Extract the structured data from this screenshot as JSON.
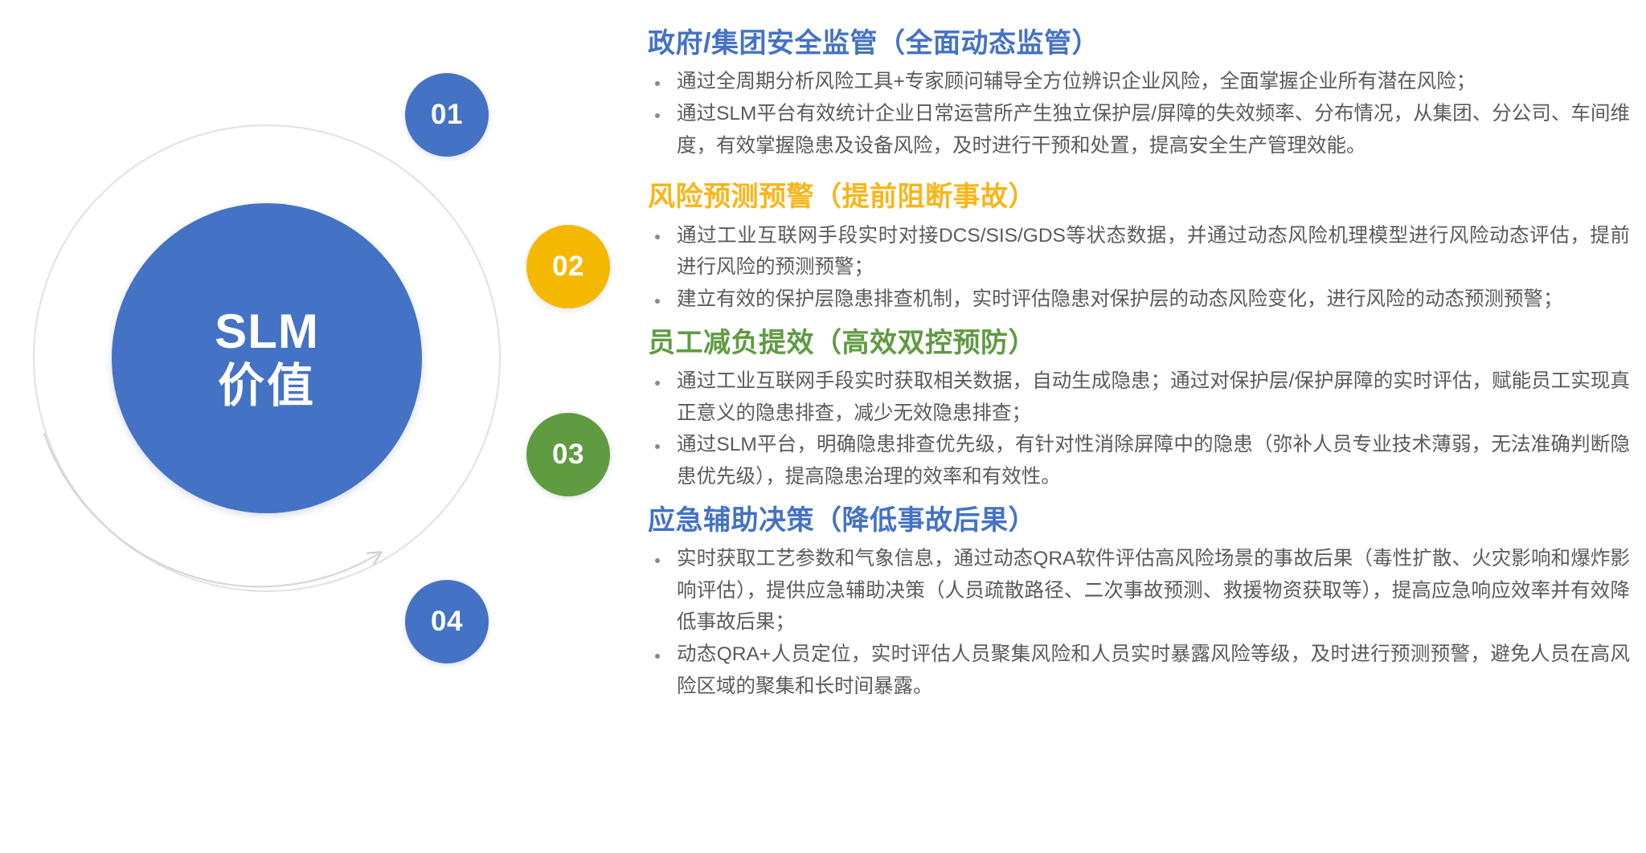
{
  "diagram": {
    "hub": {
      "line1": "SLM",
      "line2": "价值",
      "color": "#4472C4"
    },
    "badges": [
      {
        "label": "01",
        "color": "#4472C4"
      },
      {
        "label": "02",
        "color": "#F5B800"
      },
      {
        "label": "03",
        "color": "#5F9B41"
      },
      {
        "label": "04",
        "color": "#4472C4"
      }
    ],
    "ring_color": "#DCDCDC"
  },
  "colors": {
    "blue": "#4472C4",
    "orange": "#F9B518",
    "green": "#5F9B41",
    "body_text": "#5a5a5a"
  },
  "sections": [
    {
      "title": "政府/集团安全监管（全面动态监管）",
      "title_color": "#4472C4",
      "bullets": [
        "通过全周期分析风险工具+专家顾问辅导全方位辨识企业风险，全面掌握企业所有潜在风险；",
        "通过SLM平台有效统计企业日常运营所产生独立保护层/屏障的失效频率、分布情况，从集团、分公司、车间维度，有效掌握隐患及设备风险，及时进行干预和处置，提高安全生产管理效能。"
      ]
    },
    {
      "title": "风险预测预警（提前阻断事故）",
      "title_color": "#F9B518",
      "bullets": [
        "通过工业互联网手段实时对接DCS/SIS/GDS等状态数据，并通过动态风险机理模型进行风险动态评估，提前进行风险的预测预警；",
        "建立有效的保护层隐患排查机制，实时评估隐患对保护层的动态风险变化，进行风险的动态预测预警；"
      ]
    },
    {
      "title": "员工减负提效（高效双控预防）",
      "title_color": "#5F9B41",
      "bullets": [
        "通过工业互联网手段实时获取相关数据，自动生成隐患；通过对保护层/保护屏障的实时评估，赋能员工实现真正意义的隐患排查，减少无效隐患排查；",
        "通过SLM平台，明确隐患排查优先级，有针对性消除屏障中的隐患（弥补人员专业技术薄弱，无法准确判断隐患优先级），提高隐患治理的效率和有效性。"
      ]
    },
    {
      "title": "应急辅助决策（降低事故后果）",
      "title_color": "#4472C4",
      "bullets": [
        "实时获取工艺参数和气象信息，通过动态QRA软件评估高风险场景的事故后果（毒性扩散、火灾影响和爆炸影响评估），提供应急辅助决策（人员疏散路径、二次事故预测、救援物资获取等），提高应急响应效率并有效降低事故后果；",
        "动态QRA+人员定位，实时评估人员聚集风险和人员实时暴露风险等级，及时进行预测预警，避免人员在高风险区域的聚集和长时间暴露。"
      ]
    }
  ]
}
